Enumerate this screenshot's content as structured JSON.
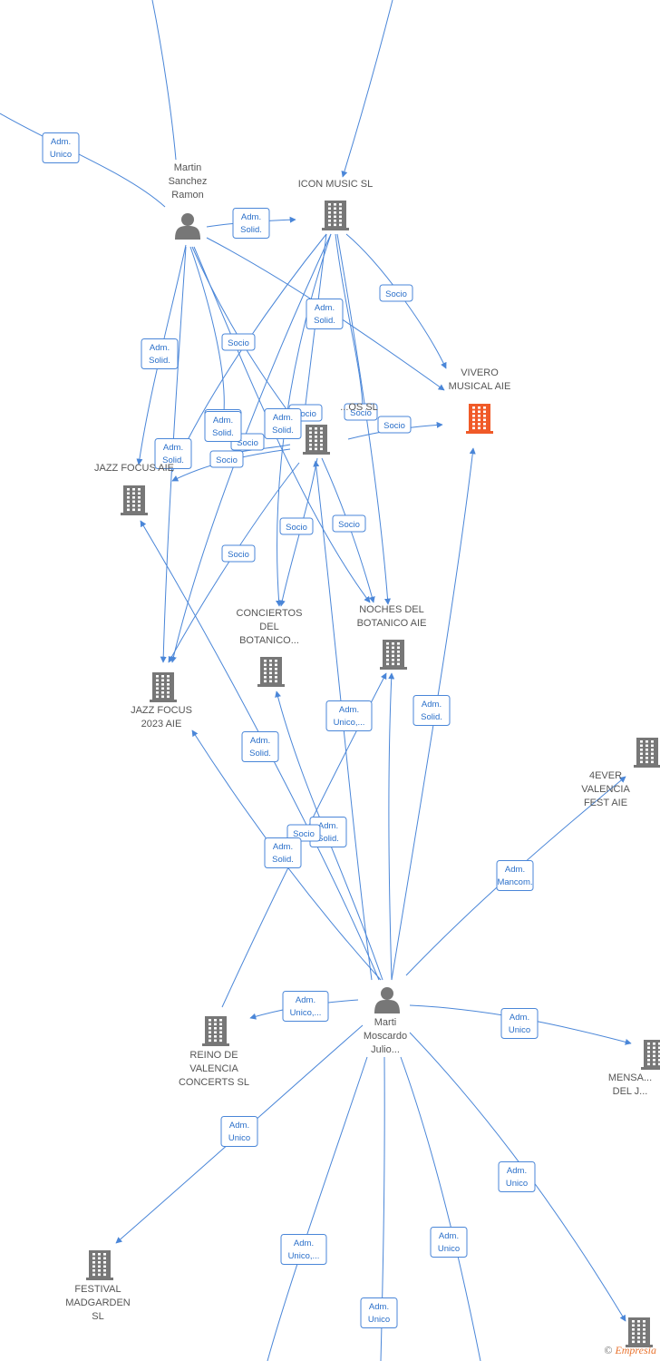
{
  "colors": {
    "edge": "#4a86d8",
    "edge_text": "#2a6fc9",
    "node": "#777777",
    "focus": "#f05a28",
    "text": "#555555"
  },
  "nodes": [
    {
      "id": "martin",
      "kind": "person",
      "label": [
        "Martin",
        "Sanchez",
        "Ramon"
      ]
    },
    {
      "id": "icon",
      "kind": "company",
      "label": [
        "ICON MUSIC  SL"
      ]
    },
    {
      "id": "vivero",
      "kind": "company",
      "focus": true,
      "label": [
        "VIVERO",
        "MUSICAL  AIE"
      ]
    },
    {
      "id": "mid",
      "kind": "company",
      "label": [
        "...OS SL"
      ]
    },
    {
      "id": "jazzfocus",
      "kind": "company",
      "label": [
        "JAZZ FOCUS AIE"
      ]
    },
    {
      "id": "conciertos",
      "kind": "company",
      "label": [
        "CONCIERTOS",
        "DEL",
        "BOTANICO..."
      ]
    },
    {
      "id": "noches",
      "kind": "company",
      "label": [
        "NOCHES DEL",
        "BOTANICO AIE"
      ]
    },
    {
      "id": "jazz2023",
      "kind": "company",
      "label": [
        "JAZZ FOCUS",
        "2023 AIE"
      ]
    },
    {
      "id": "fourever",
      "kind": "company",
      "label": [
        "4EVER",
        "VALENCIA",
        "FEST  AIE"
      ]
    },
    {
      "id": "marti",
      "kind": "person",
      "label": [
        "Marti",
        "Moscardo",
        "Julio..."
      ]
    },
    {
      "id": "reino",
      "kind": "company",
      "label": [
        "REINO DE",
        "VALENCIA",
        "CONCERTS  SL"
      ]
    },
    {
      "id": "mensa",
      "kind": "company",
      "label": [
        "MENSA...",
        "DEL J..."
      ]
    },
    {
      "id": "festival",
      "kind": "company",
      "label": [
        "FESTIVAL",
        "MADGARDEN",
        "SL"
      ]
    },
    {
      "id": "bottomright",
      "kind": "company",
      "label": []
    }
  ],
  "edges": [
    {
      "label": [
        "Adm.",
        "Unico"
      ]
    },
    {
      "label": [
        "Adm.",
        "Solid."
      ]
    },
    {
      "label": [
        "Socio"
      ]
    },
    {
      "label": [
        "Adm.",
        "Solid."
      ]
    },
    {
      "label": [
        "Adm.",
        "Solid."
      ]
    },
    {
      "label": [
        "Socio"
      ]
    },
    {
      "label": [
        "Adm.",
        "Solid."
      ]
    },
    {
      "label": [
        "Socio"
      ]
    },
    {
      "label": [
        "Adm.",
        "Solid."
      ]
    },
    {
      "label": [
        "Adm.",
        "Solid."
      ]
    },
    {
      "label": [
        "Socio"
      ]
    },
    {
      "label": [
        "Socio"
      ]
    },
    {
      "label": [
        "Socio"
      ]
    },
    {
      "label": [
        "Socio"
      ]
    },
    {
      "label": [
        "Socio"
      ]
    },
    {
      "label": [
        "Socio"
      ]
    },
    {
      "label": [
        "Socio"
      ]
    },
    {
      "label": [
        "Adm.",
        "Solid."
      ]
    },
    {
      "label": [
        "Adm.",
        "Unico,..."
      ]
    },
    {
      "label": [
        "Adm.",
        "Solid."
      ]
    },
    {
      "label": [
        "Adm.",
        "Solid."
      ]
    },
    {
      "label": [
        "Adm.",
        "Solid."
      ]
    },
    {
      "label": [
        "Socio"
      ]
    },
    {
      "label": [
        "Adm.",
        "Solid."
      ]
    },
    {
      "label": [
        "Adm.",
        "Mancom."
      ]
    },
    {
      "label": [
        "Adm.",
        "Unico,..."
      ]
    },
    {
      "label": [
        "Adm.",
        "Unico"
      ]
    },
    {
      "label": [
        "Adm.",
        "Unico"
      ]
    },
    {
      "label": [
        "Adm.",
        "Unico"
      ]
    },
    {
      "label": [
        "Adm.",
        "Unico,..."
      ]
    },
    {
      "label": [
        "Adm.",
        "Unico"
      ]
    },
    {
      "label": [
        "Adm.",
        "Unico"
      ]
    }
  ],
  "footer": {
    "copyright": "©",
    "brand": "Empresia"
  }
}
